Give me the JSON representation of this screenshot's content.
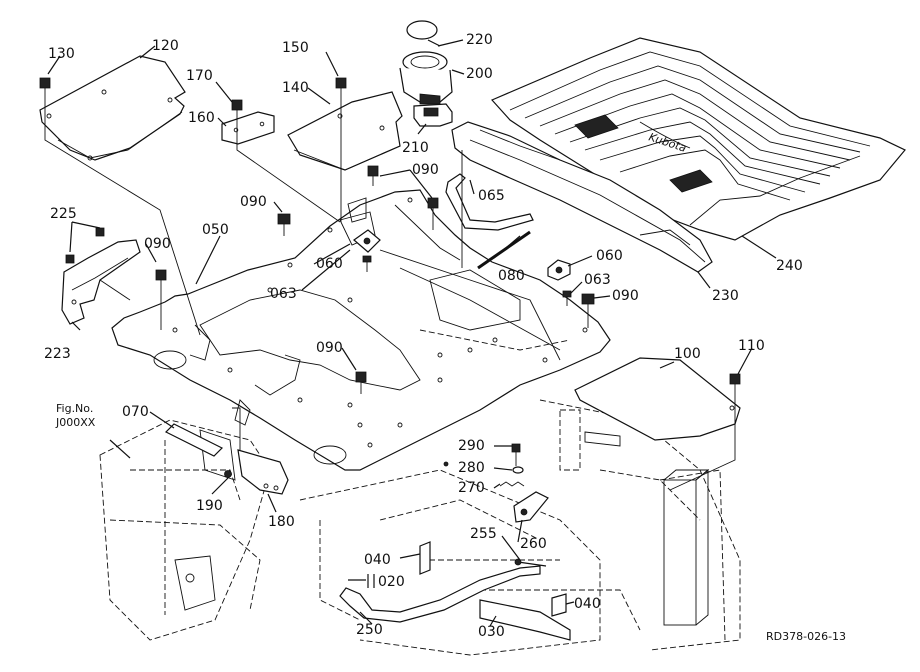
{
  "diagram": {
    "drawing_id": "RD378-026-13",
    "figure_ref": {
      "line1": "Fig.No.",
      "line2": "J000XX"
    },
    "part_labels": [
      "220",
      "130",
      "120",
      "150",
      "200",
      "170",
      "140",
      "160",
      "210",
      "090",
      "065",
      "090",
      "050",
      "090",
      "225",
      "060",
      "080",
      "060",
      "063",
      "063",
      "090",
      "240",
      "230",
      "110",
      "100",
      "223",
      "090",
      "070",
      "290",
      "280",
      "270",
      "190",
      "180",
      "255",
      "260",
      "040",
      "020",
      "040",
      "250",
      "030"
    ]
  }
}
